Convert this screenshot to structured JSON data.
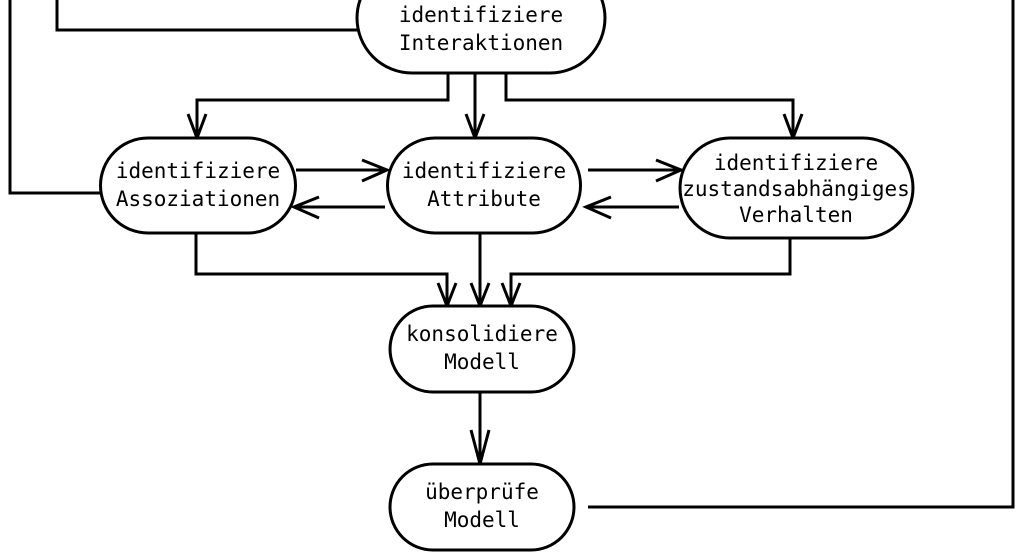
{
  "diagram": {
    "type": "flowchart",
    "language": "de",
    "background_color": "#ffffff",
    "line_color": "#000000",
    "nodes": [
      {
        "id": "interaktionen",
        "name": "identify-interactions-node",
        "shape": "stadium",
        "lines": [
          "identifiziere",
          "Interaktionen"
        ],
        "line1": "identifiziere",
        "line2": "Interaktionen",
        "line3": "",
        "clipped_top": true
      },
      {
        "id": "assoziationen",
        "name": "identify-associations-node",
        "shape": "stadium",
        "lines": [
          "identifiziere",
          "Assoziationen"
        ],
        "line1": "identifiziere",
        "line2": "Assoziationen",
        "line3": ""
      },
      {
        "id": "attribute",
        "name": "identify-attributes-node",
        "shape": "stadium",
        "lines": [
          "identifiziere",
          "Attribute"
        ],
        "line1": "identifiziere",
        "line2": "Attribute",
        "line3": ""
      },
      {
        "id": "verhalten",
        "name": "identify-state-dependent-behaviour-node",
        "shape": "stadium",
        "lines": [
          "identifiziere",
          "zustandsabhängiges",
          "Verhalten"
        ],
        "line1": "identifiziere",
        "line2": "zustandsabhängiges",
        "line3": "Verhalten"
      },
      {
        "id": "konsolidiere",
        "name": "consolidate-model-node",
        "shape": "stadium",
        "lines": [
          "konsolidiere",
          "Modell"
        ],
        "line1": "konsolidiere",
        "line2": "Modell",
        "line3": ""
      },
      {
        "id": "ueberpruefe",
        "name": "verify-model-node",
        "shape": "stadium",
        "lines": [
          "überprüfe",
          "Modell"
        ],
        "line1": "überprüfe",
        "line2": "Modell",
        "line3": "",
        "clipped_bottom": true
      }
    ],
    "edges": [
      {
        "id": "e1",
        "from": "interaktionen",
        "to": "assoziationen",
        "arrow": true
      },
      {
        "id": "e2",
        "from": "interaktionen",
        "to": "attribute",
        "arrow": true
      },
      {
        "id": "e3",
        "from": "interaktionen",
        "to": "verhalten",
        "arrow": true
      },
      {
        "id": "e4",
        "from": "assoziationen",
        "to": "attribute",
        "arrow": true
      },
      {
        "id": "e5",
        "from": "attribute",
        "to": "assoziationen",
        "arrow": true
      },
      {
        "id": "e6",
        "from": "attribute",
        "to": "verhalten",
        "arrow": true
      },
      {
        "id": "e7",
        "from": "verhalten",
        "to": "attribute",
        "arrow": true
      },
      {
        "id": "e8",
        "from": "assoziationen",
        "to": "konsolidiere",
        "arrow": true
      },
      {
        "id": "e9",
        "from": "attribute",
        "to": "konsolidiere",
        "arrow": true
      },
      {
        "id": "e10",
        "from": "verhalten",
        "to": "konsolidiere",
        "arrow": true
      },
      {
        "id": "e11",
        "from": "konsolidiere",
        "to": "ueberpruefe",
        "arrow": true
      },
      {
        "id": "e12",
        "from": "ueberpruefe",
        "to": "offscreen-right",
        "arrow": false
      },
      {
        "id": "e13",
        "from": "offscreen-left",
        "to": "interaktionen",
        "arrow": false
      },
      {
        "id": "e14",
        "from": "assoziationen",
        "to": "offscreen-left-up",
        "arrow": false
      }
    ]
  }
}
